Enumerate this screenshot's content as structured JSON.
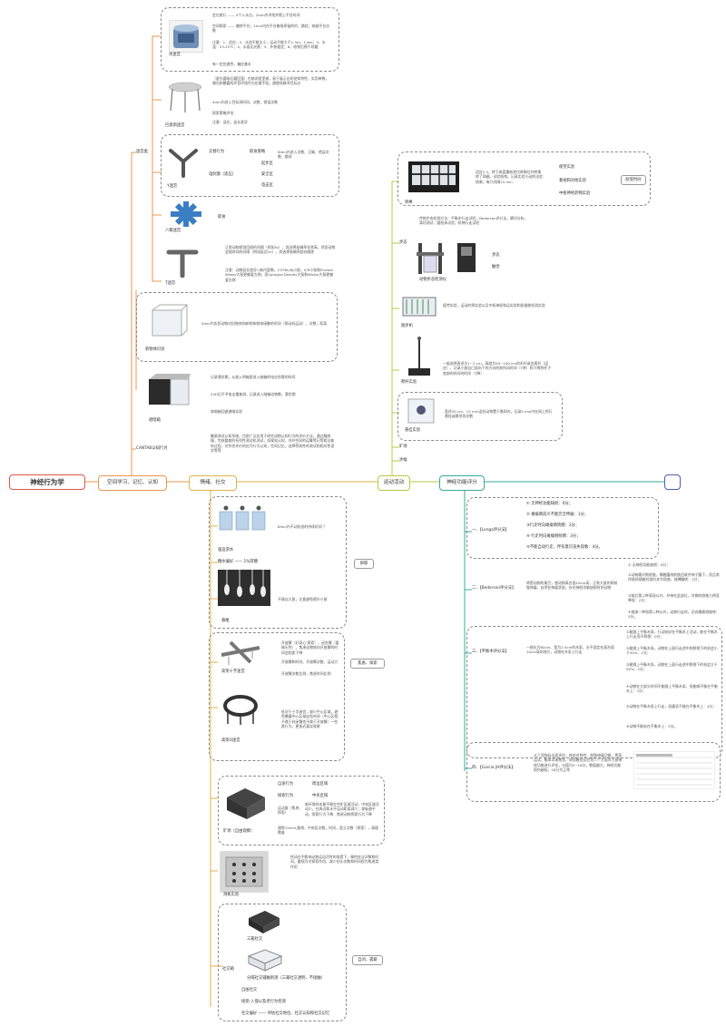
{
  "root": {
    "title": "神经行为学",
    "color": "#e0564a"
  },
  "hubs": {
    "learning": "空间学习、记忆、认知",
    "emotion": "情绪、社交",
    "motor": "运动活动",
    "neuro": "神经功能评分",
    "empty": ""
  },
  "colors": {
    "learning": "#e8954f",
    "emotion": "#e0b24a",
    "motor": "#b8c944",
    "neuro": "#3aa8a0",
    "empty": "#4a5fb0"
  },
  "learning": {
    "maze_label": "迷宫类",
    "water_maze": {
      "caption": "水迷宫",
      "items": [
        "定位航行 —— 4个入水点，2min内寻找并爬上平台时间",
        "空间探索 —— 撤除平台，2min内在平台象限停留的时、路程、穿越平台次数",
        "注意：1、适应；2、水池不能太小，运动不能大于1.3m，1.6m；3、水温：23-25℃；4、水面无光影；5、外参据定；6、结束后擦干吹暖",
        "有一定应激性，偏应激水"
      ]
    },
    "barnes": {
      "caption": "巴恩斯迷宫",
      "text": "（虚光喜暗后藏回笼）在暗洞里里做，易于展示出的觉知特性，实用单数，偶光和暴露的声音环境作为应激手段，避使觉精寻目标点",
      "items": [
        "4min内进入目标洞时间、次数、错误次数",
        "探索策略评估",
        "注意：适应，延长差异"
      ]
    },
    "y_maze": {
      "caption": "Y迷宫",
      "a": "交替行为",
      "b": "取食策略",
      "c": "8min内进入次数、正确、错误次数、路线",
      "d": "电刺激（适应）",
      "areas": [
        "起步区",
        "安全区",
        "电击区"
      ]
    },
    "radial": {
      "caption": "八臂迷宫",
      "tag": "取食"
    },
    "t_maze": {
      "caption": "T迷宫",
      "text1": "正常动物视觉回顾的间隔（例如5s），其选择准确率非常高，然而动物会随时间的间隔（例如延迟1h），其选择准确率趋向随即",
      "text2": "注意：动物延长差异=新内容数，C57BL/6J小鼠，ICR小鼠和Purdue-Wistar大鼠更偏爱左侧，而Sprague-Dawley大鼠和Wistar大鼠更偏爱右侧"
    },
    "novel": {
      "caption": "新物体识别",
      "text": "5min内实验动物对旧物体和新物体物体接触的时间（探动机运动），次数，距离"
    },
    "avoid": {
      "caption": "避暗箱",
      "items": [
        "记录潜伏期，从放入明箱里进入暗箱的电击所需的时间",
        "24H后不予电击重复测，记录进入暗箱动物数，潜伏期",
        "穿暗箱回避避暗实验"
      ]
    },
    "cantab": {
      "label": "CANTAB认知行为",
      "text": "触屏测试认知系统，目前广泛应用于研究动物认知行为的评价方法，通过触屏操，完成整套的系列性测试机测试，如视觉认知、内外空间的运算等记等相当复杂过程，对符合评价的应为行为认知，空间记忆，选择等其性的测试和相对性语学等等"
    }
  },
  "emotion": {
    "float": {
      "caption": "强迫游水",
      "text": "6min内不动状态的持续时间 ？"
    },
    "sugar": {
      "text": "糖水偏好 —— 1%蔗糖"
    },
    "tail": {
      "caption": "悬尾",
      "text": "不建议大鼠，注意避免爬升小鼠"
    },
    "depress_tag": "抑郁",
    "plus": {
      "caption": "高架十字迷宫",
      "items": [
        "开放臂（好奇心·探索），闭合臂（喜暗天性），焦虑动物倾向开放臂的时间会相差下降",
        "开放臂和时间、开放臂次数、运动力",
        "开放臂次数比例，焦虑时间比例"
      ]
    },
    "zero": {
      "caption": "高架O迷宫",
      "text": "低对于十字迷宫，缺少中心区域，避免暴露中心区域这些的间（中心区相不属于封闭臂也不属于开放臂）一些差行为，更接近真实效果"
    },
    "anx_tag": "焦虑、探索",
    "open": {
      "caption": "旷场（自由观察）",
      "a": "自发行为",
      "a2": "周边区域",
      "b": "探索行为",
      "b2": "中央区域",
      "c": "运动度（焦虑、探索）",
      "c2": "新环境的本能不敢在空旷区域活动，中央区域活动少，在周边和水平运动距离减少；穿板避不动，探索行为下降、焦虑动物探索行为下降",
      "d": "通常15min,路线，中央区次数，时间，直立次数（探索），清理数量"
    },
    "hole": {
      "caption": "洞板实验",
      "text": "挖动在不影响动物运动活性的前提下，嗅挖抚法次数和时间，重视为对探索作用，减少钻头次数和时间视为焦虑类作用"
    },
    "social": {
      "label": "社交箱",
      "sub1": "三箱社交",
      "sub2": "分隔社交辅触刺测（三箱社交透明、不接触）",
      "items": [
        "自由社交",
        "接受-入侵以及老行为检测",
        "社交偏好 —— 评估社交地位、社交认知和社交记忆"
      ],
      "tag": "自闭、孤僻"
    }
  },
  "motor": {
    "rotarod": {
      "caption": "转棒",
      "text": "适应2 h，转下来盘重新把位转棒位并转棒转了两圈，试验结束。记录实验小动的试验结果，每只间隔15 min",
      "items": [
        "疲劳实验",
        "看视和对他实验",
        "中枢神经药物实验"
      ],
      "tag": "耐受时间"
    },
    "gait_label": "步态",
    "gait": {
      "caption": "动物步态检测仪",
      "text": "传统步态检测方法：平衡木行走试验，Bederson评分法，脚印分析，滴坊测试，圆桂体试验，阶梯行走试验",
      "items": [
        "步态",
        "触觉"
      ]
    },
    "treadmill": {
      "caption": "跑步机",
      "text": "疲劳实验，运动的将实验以及中枢神经和运实验和耐量能检测实验"
    },
    "balance": {
      "caption": "爬杆实验",
      "text": "一般选择直径为1~3 cm，高度为50~100 cm的木杆或金属杆（适应），记录小鼠自已面向下的方向的前所间时间（T转）和下降到杆子底部的时间的时间（T降）"
    },
    "hang": {
      "caption": "悬挂实验",
      "text": "直径30 cm、15 mm适应动物置于悬网内，记录5 min内在网上抓行悬挂或悬吊的次数"
    },
    "grip_label": "旷场",
    "move_label": "步幅"
  },
  "neuro": {
    "longa": {
      "label": "一、【Longa评分法】",
      "items": [
        "① 无神经功能缺损：0分；",
        "② 瘫痪侧前爪不能完全伸展：1分；",
        "③行走时向瘫痪侧转圈：2分；",
        "④ 行走时向瘫痪侧倾倒：3分；",
        "⑤不能自动行走，伴有意识丧失现象：4分。"
      ]
    },
    "bederson": {
      "label": "二、【Bederson评分法】",
      "text": "将提动物的尾巴，使动物离台面10cm高，正常大鼠的两前肢伸展，自然在伸展状态，存在神经功能缺损时的动物",
      "items": [
        "① 无神经功能缺损：0分；",
        "②动物瘫对侧前肢，裸着腹侧前肢回收并伸于腹下，而且常伴随伴随着肘部肘关节屈曲，前膊翻转：1分；",
        "③前后第二种表现以外，并带在此部位，对侧的侧推力明显降低：2分；",
        "④前部一种和第二种以外，动物行走时，还向瘫痪侧旋转：3分。"
      ]
    },
    "beam": {
      "label": "三、【平衡木评分法】",
      "text": "一根长为80cm、宽为2.5cm的木条，水平固定在离台面10cm高的地方，动物在木条上行走",
      "items": [
        "①能跳上平衡木条，行动较好在平衡木上活动，能在平衡木上行走而不跌倒：0分；",
        "②能跳上平衡木条，动物在上面行走途中的跌倒下的机会小于50%：1分；",
        "③能跳上平衡木条，动物在上面行走途中跌倒下的机会大于50%：2分；",
        "④动物在大部分时间不能跳上平衡木条，但能够平衡在平衡木上：3分；",
        "⑤动物在平衡木条上行走，但蛊丢不能在平衡木上：4分；",
        "⑥动物不能站在平衡木上：5分。"
      ]
    },
    "garcia": {
      "label": "四、【Garcia JH评分法】",
      "text": "从六项指标全面评估，体态对称性、前肢伸展功能、爬笼运动、躯体本体感觉、胡须触觉反应等六个方面对大鼠神经功能进行评估，分值为3~18分，数值越大，神经功能损伤越轻，18分为正常"
    }
  }
}
